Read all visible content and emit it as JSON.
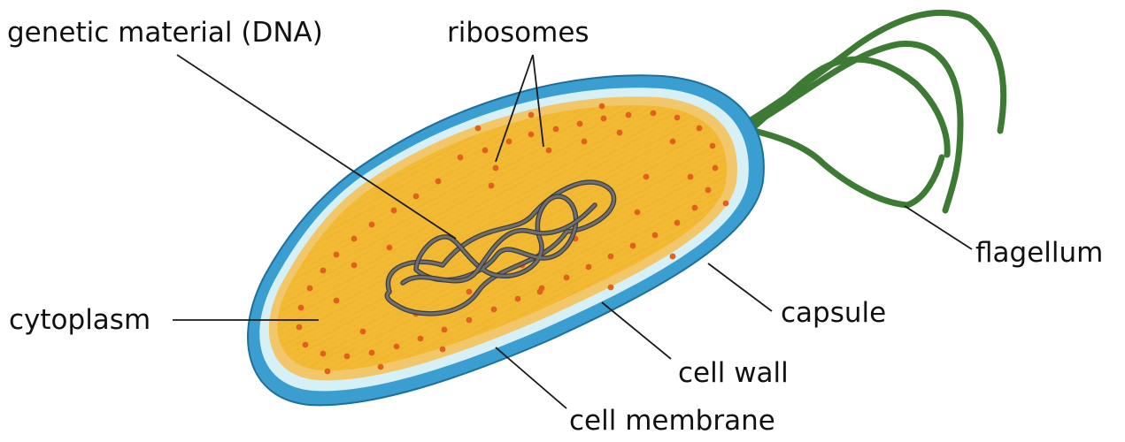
{
  "labels": {
    "genetic_material": "genetic material (DNA)",
    "ribosomes": "ribosomes",
    "flagellum": "flagellum",
    "cytoplasm": "cytoplasm",
    "capsule": "capsule",
    "cell_wall": "cell wall",
    "cell_membrane": "cell membrane"
  },
  "colors": {
    "capsule": "#3a9fd0",
    "cell_wall": "#d6f0f5",
    "cell_membrane": "#f1c76a",
    "cytoplasm": "#f2b933",
    "ribosome": "#e0601e",
    "dna": "#6f6f6f",
    "flagellum": "#3d7a34"
  }
}
